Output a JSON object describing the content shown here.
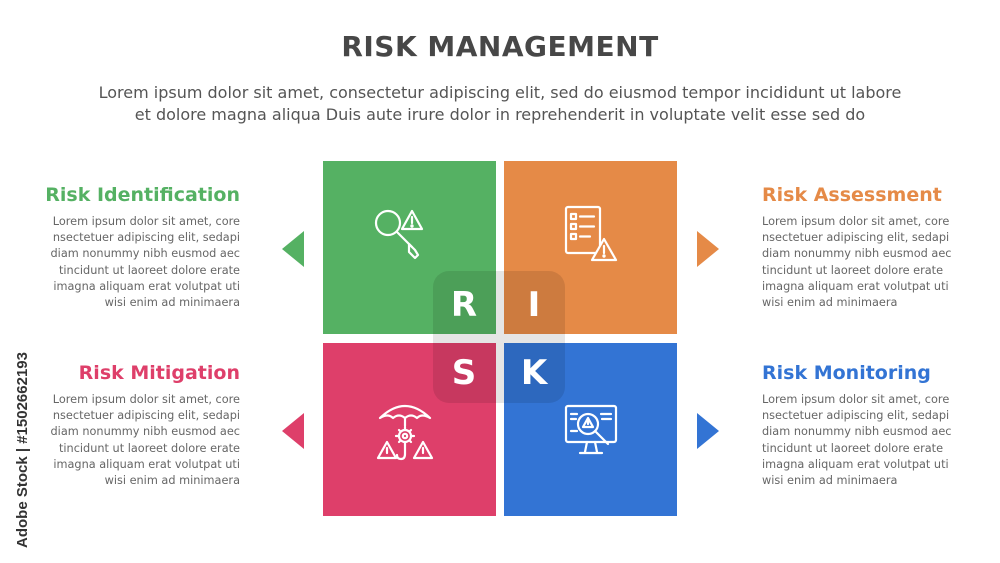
{
  "header": {
    "title": "RISK MANAGEMENT",
    "subtitle_line1": "Lorem ipsum dolor sit amet, consectetur adipiscing elit, sed do eiusmod tempor incididunt ut labore",
    "subtitle_line2": "et dolore magna aliqua Duis aute irure dolor in reprehenderit in voluptate velit esse sed do"
  },
  "colors": {
    "green": "#55b163",
    "orange": "#e58a47",
    "pink": "#de3f6a",
    "blue": "#3374d4"
  },
  "items": [
    {
      "title": "Risk Identification",
      "lines": [
        "Lorem ipsum dolor sit amet, core",
        "nsectetuer adipiscing elit, sedapi",
        "diam nonummy nibh eusmod aec",
        "tincidunt ut laoreet dolore erate",
        "imagna aliquam erat volutpat  uti",
        "wisi enim ad minimaera"
      ],
      "icon": "magnifier-warning-icon",
      "letter": "R"
    },
    {
      "title": "Risk Assessment",
      "lines": [
        "Lorem ipsum dolor sit amet, core",
        "nsectetuer adipiscing elit, sedapi",
        "diam nonummy nibh eusmod aec",
        "tincidunt ut laoreet dolore erate",
        "imagna aliquam erat volutpat  uti",
        "wisi enim ad minimaera"
      ],
      "icon": "checklist-warning-icon",
      "letter": "I"
    },
    {
      "title": "Risk Mitigation",
      "lines": [
        "Lorem ipsum dolor sit amet, core",
        "nsectetuer adipiscing elit, sedapi",
        "diam nonummy nibh eusmod aec",
        "tincidunt ut laoreet dolore erate",
        "imagna aliquam erat volutpat  uti",
        "wisi enim ad minimaera"
      ],
      "icon": "umbrella-gear-warning-icon",
      "letter": "S"
    },
    {
      "title": "Risk Monitoring",
      "lines": [
        "Lorem ipsum dolor sit amet, core",
        "nsectetuer adipiscing elit, sedapi",
        "diam nonummy nibh eusmod aec",
        "tincidunt ut laoreet dolore erate",
        "imagna aliquam erat volutpat  uti",
        "wisi enim ad minimaera"
      ],
      "icon": "monitor-warning-icon",
      "letter": "K"
    }
  ],
  "watermark": {
    "side_text": "Adobe Stock | #1502662193"
  }
}
